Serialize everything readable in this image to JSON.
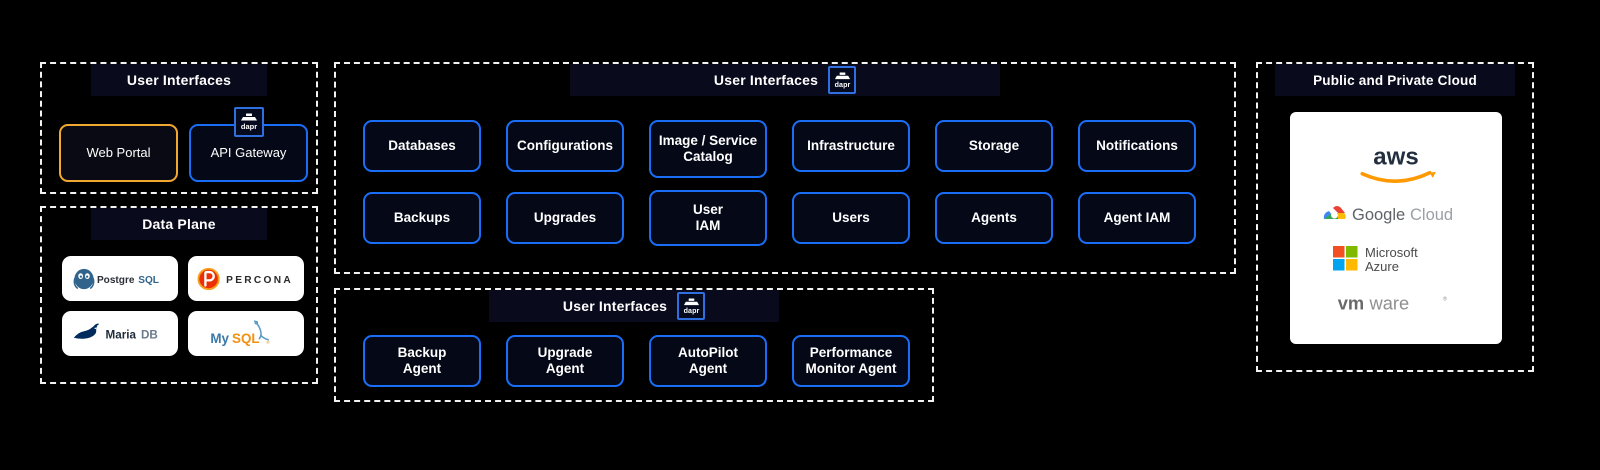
{
  "panels": {
    "user_interfaces_left": {
      "title": "User Interfaces",
      "cards": [
        {
          "label": "Web Portal",
          "accent": true
        },
        {
          "label": "API Gateway",
          "accent": false,
          "badge": "dapr"
        }
      ]
    },
    "data_plane": {
      "title": "Data Plane",
      "logos": [
        {
          "name": "postgresql-logo",
          "label": "PostgreSQL"
        },
        {
          "name": "percona-logo",
          "label": "PERCONA"
        },
        {
          "name": "mariadb-logo",
          "label": "MariaDB"
        },
        {
          "name": "mysql-logo",
          "label": "MySQL"
        }
      ]
    },
    "control_plane": {
      "title": "User Interfaces",
      "badge": "dapr",
      "row1": [
        {
          "label": "Databases"
        },
        {
          "label": "Configurations"
        },
        {
          "label": "Image / Service\nCatalog"
        },
        {
          "label": "Infrastructure"
        },
        {
          "label": "Storage"
        },
        {
          "label": "Notifications"
        }
      ],
      "row2": [
        {
          "label": "Backups"
        },
        {
          "label": "Upgrades"
        },
        {
          "label": "User\nIAM"
        },
        {
          "label": "Users"
        },
        {
          "label": "Agents"
        },
        {
          "label": "Agent IAM"
        }
      ]
    },
    "agents": {
      "title": "User Interfaces",
      "badge": "dapr",
      "cards": [
        {
          "label": "Backup\nAgent"
        },
        {
          "label": "Upgrade\nAgent"
        },
        {
          "label": "AutoPilot\nAgent"
        },
        {
          "label": "Performance\nMonitor Agent"
        }
      ]
    },
    "cloud": {
      "title": "Public and Private Cloud",
      "logos": [
        {
          "name": "aws-logo",
          "label": "aws"
        },
        {
          "name": "google-cloud-logo",
          "label": "Google Cloud"
        },
        {
          "name": "microsoft-azure-logo",
          "label": "Microsoft Azure"
        },
        {
          "name": "vmware-logo",
          "label": "vmware"
        }
      ]
    }
  },
  "colors": {
    "card_border": "#1a6ef5",
    "accent_border": "#f0a830",
    "panel_border": "#f2f2f2",
    "background": "#000000",
    "title_band": "#090b1c"
  },
  "badge_text": "dapr"
}
